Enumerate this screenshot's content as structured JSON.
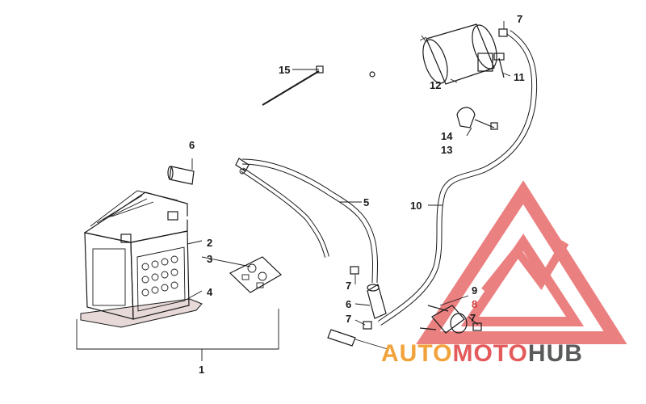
{
  "diagram": {
    "callouts": [
      {
        "id": "c1",
        "label": "1"
      },
      {
        "id": "c2",
        "label": "2"
      },
      {
        "id": "c3",
        "label": "3"
      },
      {
        "id": "c4",
        "label": "4"
      },
      {
        "id": "c5",
        "label": "5"
      },
      {
        "id": "c6a",
        "label": "6"
      },
      {
        "id": "c6b",
        "label": "6"
      },
      {
        "id": "c7a",
        "label": "7"
      },
      {
        "id": "c7b",
        "label": "7"
      },
      {
        "id": "c7c",
        "label": "7"
      },
      {
        "id": "c7d",
        "label": "7"
      },
      {
        "id": "c8",
        "label": "8"
      },
      {
        "id": "c9",
        "label": "9"
      },
      {
        "id": "c10",
        "label": "10"
      },
      {
        "id": "c11",
        "label": "11"
      },
      {
        "id": "c12",
        "label": "12"
      },
      {
        "id": "c13",
        "label": "13"
      },
      {
        "id": "c14",
        "label": "14"
      },
      {
        "id": "c15",
        "label": "15"
      }
    ]
  },
  "watermark": {
    "part1": "AUTO",
    "part2": "MOTO",
    "part3": "HUB",
    "colors": {
      "orange": "#f2a23a",
      "red": "#e45a5a",
      "gray": "#5a5a5a",
      "logo_red": "#e86a6a"
    }
  }
}
